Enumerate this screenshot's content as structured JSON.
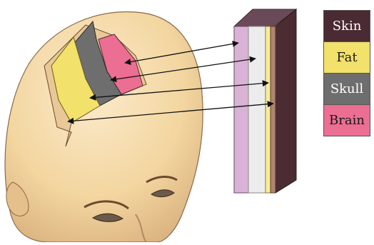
{
  "layers": [
    {
      "name": "Skin",
      "color": "#4a2a33",
      "text_color": "#ffffff"
    },
    {
      "name": "Fat",
      "color": "#f2e16a",
      "text_color": "#1a1a1a"
    },
    {
      "name": "Skull",
      "color": "#6e6e6e",
      "text_color": "#ffffff"
    },
    {
      "name": "Brain",
      "color": "#ec6e93",
      "text_color": "#1a1a1a"
    }
  ],
  "colors": {
    "head_skin": "#f4dca5",
    "head_shadow": "#caa57c",
    "block_front_pink": "#d9b2d6",
    "block_front_white": "#ececec",
    "block_front_yellow": "#f6ec9c",
    "block_front_tan": "#b08570",
    "block_side": "#4b2c32",
    "block_top": "#6a4a58",
    "arrow": "#111111"
  },
  "icons": [
    "head-illustration",
    "tissue-layer-block",
    "double-headed-arrow"
  ]
}
